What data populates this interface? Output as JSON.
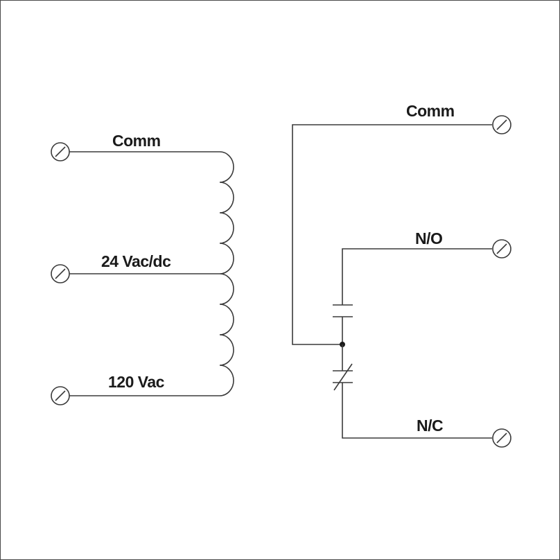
{
  "transformer": {
    "labels": {
      "comm": "Comm",
      "v24": "24 Vac/dc",
      "v120": "120 Vac"
    }
  },
  "relay": {
    "labels": {
      "comm": "Comm",
      "no": "N/O",
      "nc": "N/C"
    }
  },
  "colors": {
    "line": "#3a3a3a",
    "text": "#1a1a1a",
    "background": "#ffffff",
    "border": "#4a4a4a"
  }
}
